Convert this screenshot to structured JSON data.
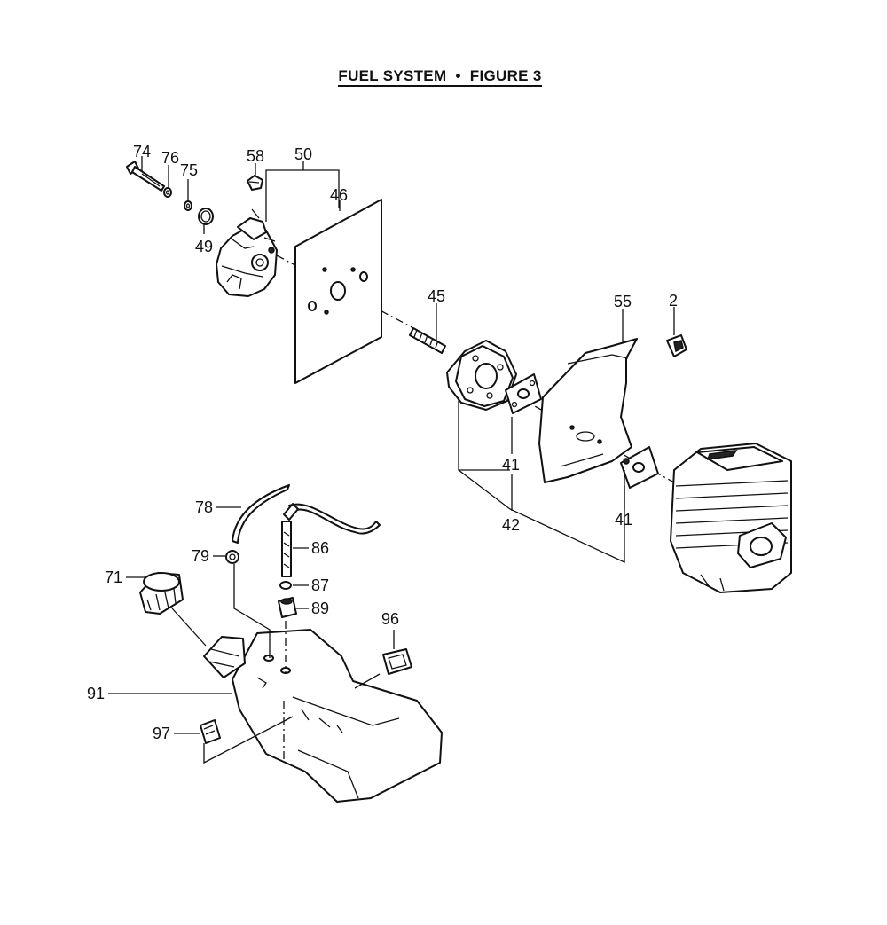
{
  "title": {
    "text": "FUEL SYSTEM",
    "bullet": "•",
    "figure": "FIGURE 3"
  },
  "callouts": {
    "c74": "74",
    "c76": "76",
    "c75": "75",
    "c58": "58",
    "c50": "50",
    "c46": "46",
    "c49": "49",
    "c45": "45",
    "c55": "55",
    "c2": "2",
    "c41a": "41",
    "c41b": "41",
    "c42": "42",
    "c78": "78",
    "c79": "79",
    "c86": "86",
    "c87": "87",
    "c89": "89",
    "c71": "71",
    "c96": "96",
    "c91": "91",
    "c97": "97"
  }
}
